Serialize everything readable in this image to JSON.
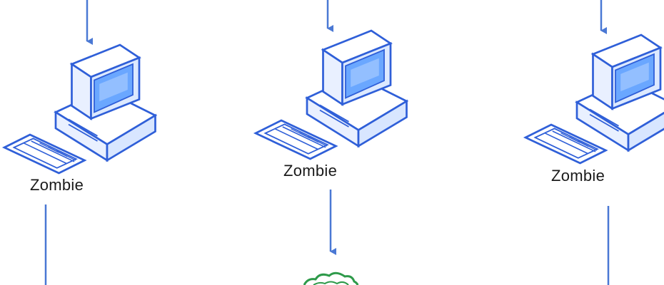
{
  "nodes": [
    {
      "id": "zombie-left",
      "label": "Zombie",
      "icon": "desktop-computer-icon"
    },
    {
      "id": "zombie-center",
      "label": "Zombie",
      "icon": "desktop-computer-icon"
    },
    {
      "id": "zombie-right",
      "label": "Zombie",
      "icon": "desktop-computer-icon"
    }
  ],
  "colors": {
    "connector": "#4a78d4",
    "computer_outline": "#2f5fd8",
    "computer_fill": "#e9f0ff",
    "screen_fill": "#6aa7ff",
    "screen_highlight": "#ffffff",
    "cloud_outline": "#2e9a4a"
  }
}
